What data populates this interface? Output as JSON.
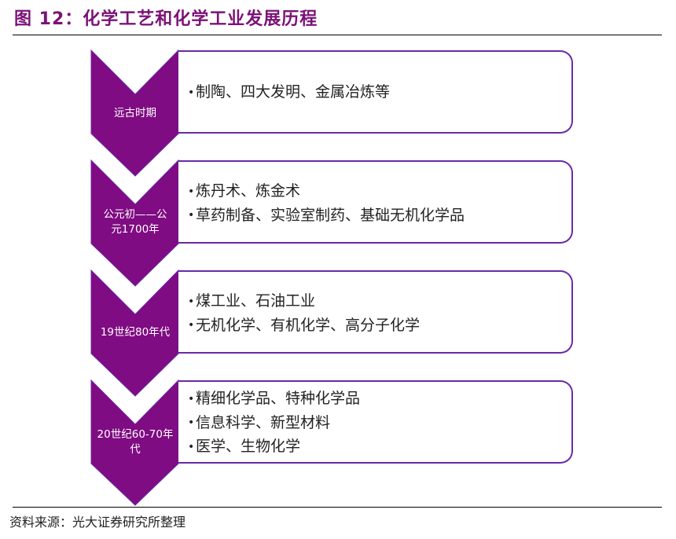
{
  "figure": {
    "title": "图 12：化学工艺和化学工业发展历程",
    "source": "资料来源：光大证券研究所整理"
  },
  "colors": {
    "title": "#7b1277",
    "chevron_fill": "#7f0c82",
    "box_border": "#6a2aa8",
    "text": "#222222"
  },
  "stages": [
    {
      "label_lines": [
        "远古时期"
      ],
      "items": [
        "制陶、四大发明、金属冶炼等"
      ]
    },
    {
      "label_lines": [
        "公元初——公",
        "元1700年"
      ],
      "items": [
        "炼丹术、炼金术",
        "草药制备、实验室制药、基础无机化学品"
      ]
    },
    {
      "label_lines": [
        "19世纪80年代"
      ],
      "items": [
        "煤工业、石油工业",
        "无机化学、有机化学、高分子化学"
      ]
    },
    {
      "label_lines": [
        "20世纪60-70年",
        "代"
      ],
      "items": [
        "精细化学品、特种化学品",
        "信息科学、新型材料",
        "医学、生物化学"
      ]
    }
  ],
  "bullet": "•"
}
